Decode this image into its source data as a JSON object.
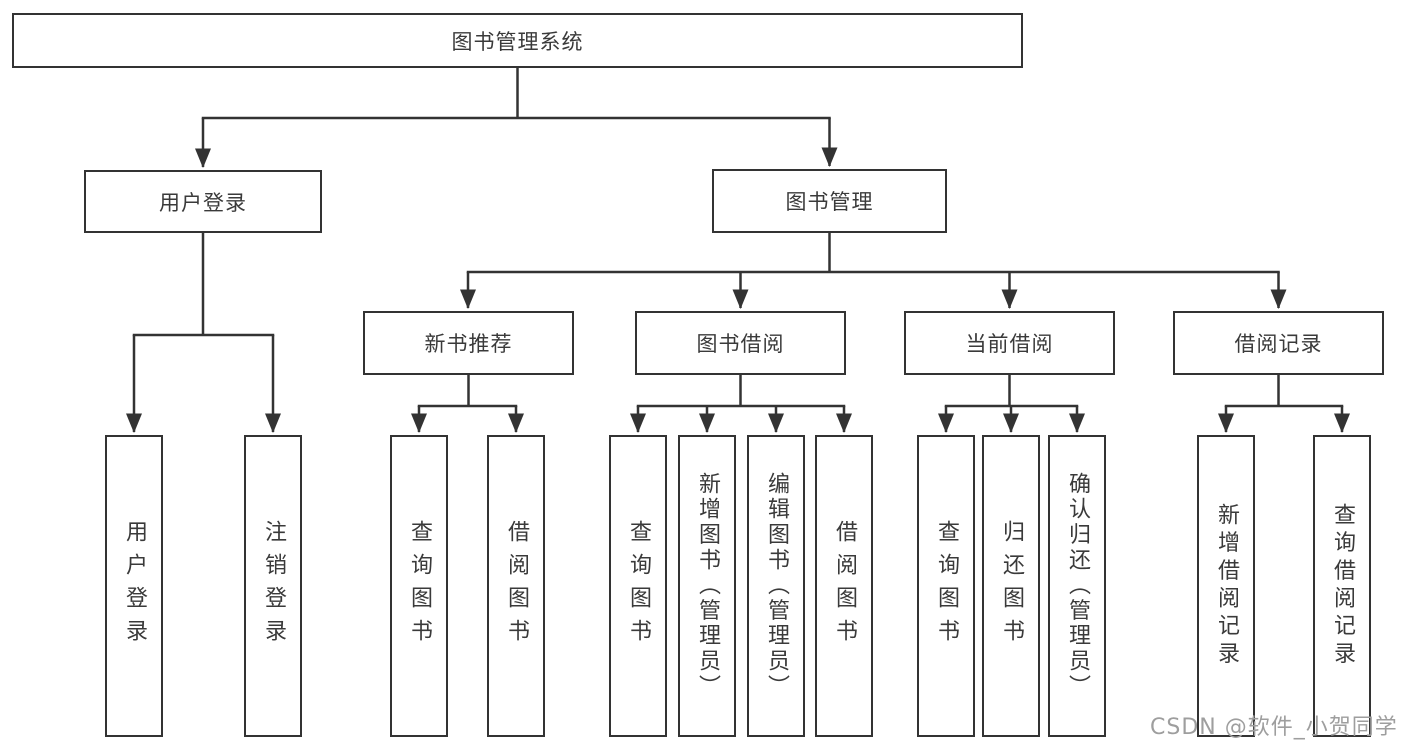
{
  "diagram": {
    "type": "tree",
    "root": {
      "label": "图书管理系统"
    },
    "level2": [
      {
        "label": "用户登录"
      },
      {
        "label": "图书管理"
      }
    ],
    "level3": [
      {
        "label": "新书推荐"
      },
      {
        "label": "图书借阅"
      },
      {
        "label": "当前借阅"
      },
      {
        "label": "借阅记录"
      }
    ],
    "leaves": {
      "user_login": [
        "用户登录",
        "注销登录"
      ],
      "new_books": [
        "查询图书",
        "借阅图书"
      ],
      "book_borrow": [
        "查询图书",
        "新增图书（管理员）",
        "编辑图书（管理员）",
        "借阅图书"
      ],
      "current_borrow": [
        "查询图书",
        "归还图书",
        "确认归还（管理员）"
      ],
      "borrow_records": [
        "新增借阅记录",
        "查询借阅记录"
      ]
    }
  },
  "watermark": {
    "text": "CSDN @软件_小贺同学",
    "color": "#9e9e9e"
  },
  "colors": {
    "line": "#333333",
    "box_border": "#333333",
    "box_fill": "#ffffff",
    "text": "#3a3a3a",
    "background": "#ffffff"
  }
}
